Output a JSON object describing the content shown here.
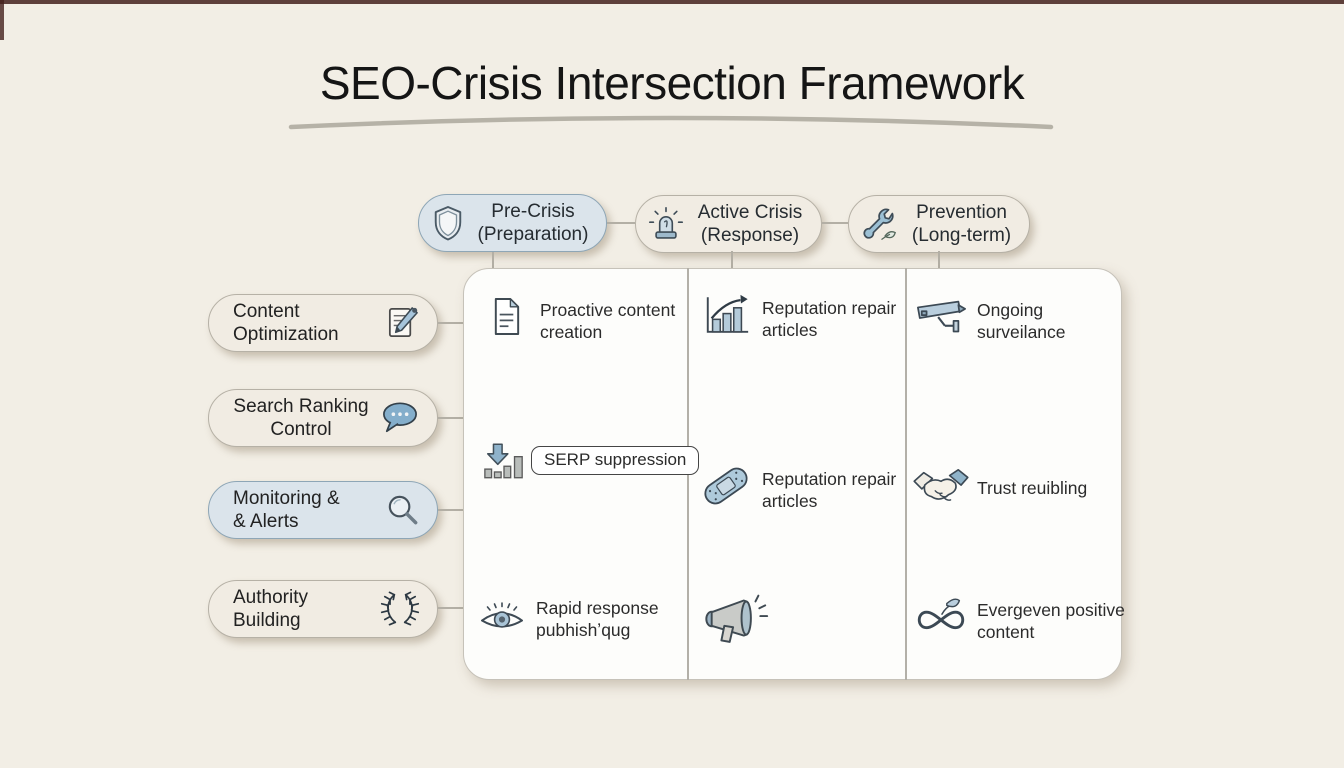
{
  "title": "SEO-Crisis Intersection Framework",
  "colors": {
    "background": "#f2eee5",
    "panel": "#fdfdfb",
    "pill_cream": "#f1ece3",
    "pill_blue": "#dbe4eb",
    "accent_blue": "#a9c4d8",
    "line_gray": "#b3afa5",
    "text": "#242424"
  },
  "phases": [
    {
      "line1": "Pre-Crisis",
      "line2": "(Preparation)",
      "icon": "shield-icon"
    },
    {
      "line1": "Active Crisis",
      "line2": "(Response)",
      "icon": "siren-icon"
    },
    {
      "line1": "Prevention",
      "line2": "(Long-term)",
      "icon": "wrench-leaf-icon"
    }
  ],
  "categories": [
    {
      "line1": "Content",
      "line2": "Optimization",
      "icon": "pencil-document-icon"
    },
    {
      "line1": "Search Ranking",
      "line2": "Control",
      "icon": "speech-bubble-icon"
    },
    {
      "line1": "Monitoring &",
      "line2": "& Alerts",
      "icon": "magnifier-icon"
    },
    {
      "line1": "Authority Building",
      "line2": "",
      "icon": "laurel-wreath-icon"
    }
  ],
  "matrix": {
    "pre_crisis": {
      "item1": {
        "label": "Proactive content creation",
        "icon": "document-icon"
      },
      "item2": {
        "label": "SERP suppression",
        "icon": "serp-down-chart-icon",
        "boxed": true
      },
      "item3": {
        "label": "Rapid response pubhishʼqug",
        "icon": "eye-icon"
      }
    },
    "active_crisis": {
      "item1": {
        "label": "Reputation repair articles",
        "icon": "growth-chart-icon"
      },
      "item2": {
        "label": "Reputation repair articles",
        "icon": "bandage-icon"
      },
      "item3": {
        "label": "",
        "icon": "megaphone-icon"
      }
    },
    "prevention": {
      "item1": {
        "label": "Ongoing surveilance",
        "icon": "cctv-camera-icon"
      },
      "item2": {
        "label": "Trust reuibling",
        "icon": "handshake-icon"
      },
      "item3": {
        "label": "Evergeven positive content",
        "icon": "infinity-leaf-icon"
      }
    }
  }
}
